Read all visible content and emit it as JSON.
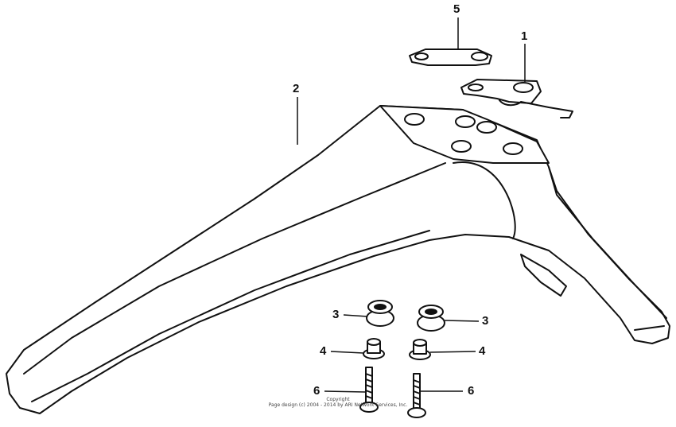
{
  "diagram": {
    "callouts": [
      {
        "id": "5",
        "label": "5"
      },
      {
        "id": "1",
        "label": "1"
      },
      {
        "id": "2",
        "label": "2"
      },
      {
        "id": "3a",
        "label": "3"
      },
      {
        "id": "3b",
        "label": "3"
      },
      {
        "id": "4a",
        "label": "4"
      },
      {
        "id": "4b",
        "label": "4"
      },
      {
        "id": "6a",
        "label": "6"
      },
      {
        "id": "6b",
        "label": "6"
      }
    ],
    "copyright": {
      "line1": "Copyright",
      "line2": "Page design (c) 2004 - 2014 by ARI Network Services, Inc."
    },
    "colors": {
      "ink": "#111111",
      "paper": "#ffffff"
    }
  }
}
